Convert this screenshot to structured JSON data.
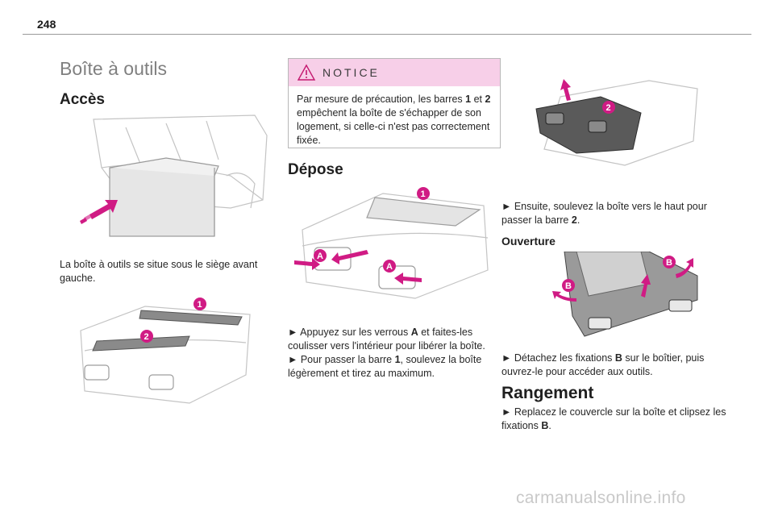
{
  "page_number": "248",
  "title": "Boîte à outils",
  "section_acces": {
    "heading": "Accès",
    "text": "La boîte à outils se situe sous le siège avant gauche."
  },
  "notice": {
    "label": "NOTICE",
    "text_parts": [
      "Par mesure de précaution, les barres ",
      "1",
      " et ",
      "2",
      " empêchent la boîte de s'échapper de son logement, si celle-ci n'est pas correctement fixée."
    ]
  },
  "section_depose": {
    "heading": "Dépose",
    "step1_parts": [
      "► Appuyez sur les verrous ",
      "A",
      " et faites-les coulisser vers l'intérieur pour libérer la boîte."
    ],
    "step2_parts": [
      "► Pour passer la barre ",
      "1",
      ", soulevez la boîte légèrement et tirez au maximum."
    ],
    "step3_parts": [
      "► Ensuite, soulevez la boîte vers le haut pour passer la barre ",
      "2",
      "."
    ]
  },
  "section_ouverture": {
    "heading": "Ouverture",
    "step_parts": [
      "► Détachez les fixations ",
      "B",
      " sur le boîtier, puis ouvrez-le pour accéder aux outils."
    ]
  },
  "section_rangement": {
    "heading": "Rangement",
    "step_parts": [
      "► Replacez le couvercle sur la boîte et clipsez les fixations ",
      "B",
      "."
    ]
  },
  "callouts": {
    "one": "1",
    "two": "2",
    "a": "A",
    "b": "B"
  },
  "colors": {
    "accent": "#d01b84",
    "notice_bg": "#f7cfe8"
  },
  "watermark": "carmanualsonline.info"
}
